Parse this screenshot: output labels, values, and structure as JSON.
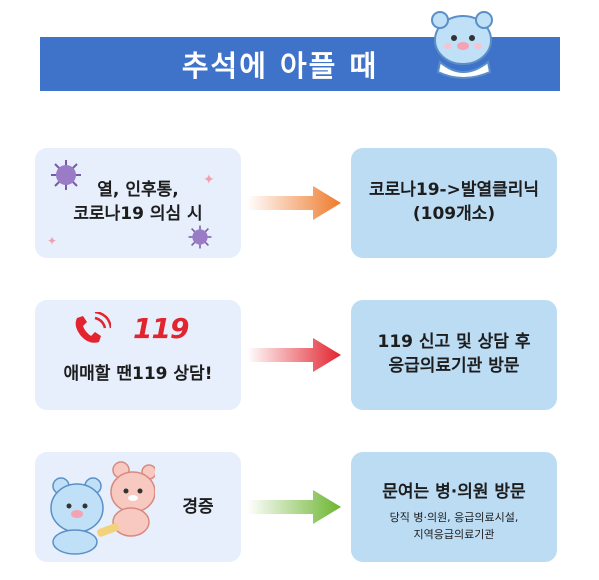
{
  "title": "추석에 아플 때",
  "rows": [
    {
      "left_lines": [
        "열, 인후통,",
        "코로나19 의심 시"
      ],
      "right_lines": [
        "코로나19->발열클리닉",
        "(109개소)"
      ],
      "arrow_color": "#ef7a2c"
    },
    {
      "left_badge": "119",
      "left_lines": [
        "애매할 땐119 상담!"
      ],
      "right_lines": [
        "119 신고 및 상담 후",
        "응급의료기관 방문"
      ],
      "arrow_color": "#e2242f"
    },
    {
      "left_lines": [
        "경증"
      ],
      "right_lines": [
        "문여는 병·의원 방문"
      ],
      "right_sub_lines": [
        "당직 병·의원, 응급의료시설,",
        "지역응급의료기관"
      ],
      "arrow_color": "#6cb52f"
    }
  ],
  "colors": {
    "title_bar": "#3f73c9",
    "left_box": "#e6effb",
    "right_box": "#bcdcf4",
    "badge_red": "#e2242f"
  },
  "icons": [
    "bear-mascot-icon",
    "virus-icon",
    "phone-icon",
    "bear-duo-icon",
    "star-icon"
  ]
}
